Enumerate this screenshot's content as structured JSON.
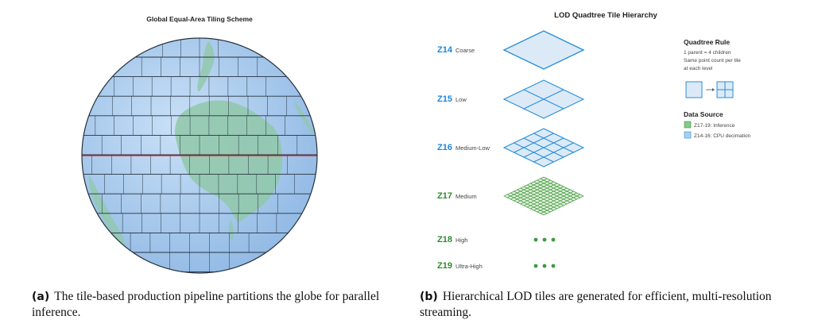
{
  "panel_a": {
    "title": "Global Equal-Area Tiling Scheme",
    "colors": {
      "ocean": "#a9ccef",
      "land": "#90c8a8",
      "grid": "#26323d",
      "equator": "#d22020"
    }
  },
  "panel_b": {
    "title": "LOD Quadtree Tile Hierarchy",
    "levels": [
      {
        "code": "Z14",
        "name": "Coarse",
        "divisions": 1,
        "source": "cpu"
      },
      {
        "code": "Z15",
        "name": "Low",
        "divisions": 2,
        "source": "cpu"
      },
      {
        "code": "Z16",
        "name": "Medium-Low",
        "divisions": 4,
        "source": "cpu"
      },
      {
        "code": "Z17",
        "name": "Medium",
        "divisions": 12,
        "source": "inference"
      },
      {
        "code": "Z18",
        "name": "High",
        "divisions": 0,
        "source": "inference"
      },
      {
        "code": "Z19",
        "name": "Ultra-High",
        "divisions": 0,
        "source": "inference"
      }
    ],
    "quadtree_rule": {
      "heading": "Quadtree Rule",
      "lines": [
        "1 parent = 4 children",
        "Same point count per tile",
        "at each level"
      ]
    },
    "data_source": {
      "heading": "Data Source",
      "items": [
        {
          "label": "Z17-19: Inference",
          "color": "#86c98e"
        },
        {
          "label": "Z14-16: CPU decimation",
          "color": "#a8cff2"
        }
      ]
    },
    "colors": {
      "cpu_stroke": "#2a8fd8",
      "cpu_fill": "#dceaf8",
      "inf_stroke": "#3f9a3f",
      "inf_fill": "#e6f3df",
      "z_cpu": "#1f86d8",
      "z_inf": "#2e8b2e"
    }
  },
  "captions": {
    "a": {
      "tag": "(a)",
      "text": "The tile-based production pipeline partitions the globe for parallel inference."
    },
    "b": {
      "tag": "(b)",
      "text": "Hierarchical LOD tiles are generated for efficient, multi-resolution streaming."
    }
  }
}
